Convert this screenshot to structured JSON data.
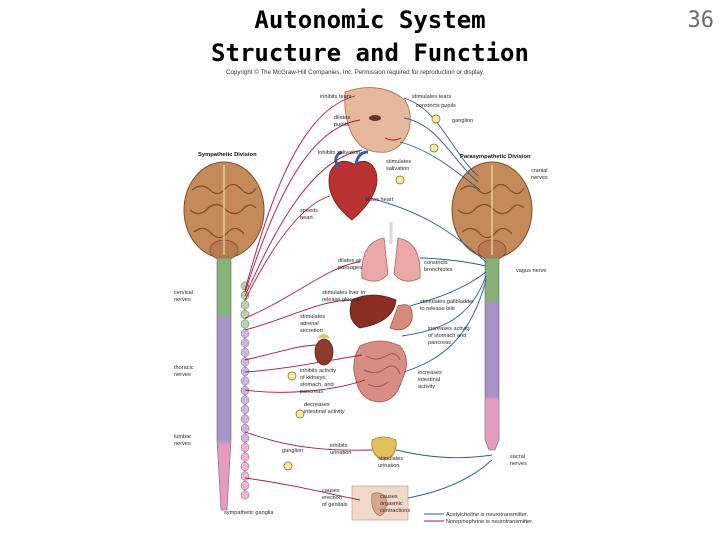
{
  "slide": {
    "title_line1": "Autonomic System",
    "title_line2": "Structure and Function",
    "number": "36",
    "copyright": "Copyright © The McGraw-Hill Companies, Inc. Permission required for reproduction or display."
  },
  "diagram": {
    "division_labels": {
      "sympathetic": "Sympathetic Division",
      "parasympathetic": "Parasympathetic Division"
    },
    "left_labels": {
      "cervical_1": "cervical",
      "cervical_2": "nerves",
      "thoracic_1": "thoracic",
      "thoracic_2": "nerves",
      "lumbar_1": "lumbar",
      "lumbar_2": "nerves",
      "sympathetic_ganglia": "sympathetic ganglia"
    },
    "right_labels": {
      "cranial_1": "cranial",
      "cranial_2": "nerves",
      "vagus": "vagus nerve",
      "sacral_1": "sacral",
      "sacral_2": "nerves"
    },
    "effects": {
      "inhibits_tears": "inhibits tears",
      "stimulates_tears": "stimulates tears",
      "dilates_pupils_1": "dilates",
      "dilates_pupils_2": "pupils",
      "constricts_pupils": "constricts pupils",
      "ganglion_top": "ganglion",
      "inhibits_salivation": "inhibits salivation",
      "stimulates_salivation_1": "stimulates",
      "stimulates_salivation_2": "salivation",
      "speeds_heart_1": "speeds",
      "speeds_heart_2": "heart",
      "slows_heart": "slows heart",
      "dilates_air_1": "dilates air",
      "dilates_air_2": "passages",
      "constricts_bronchioles_1": "constricts",
      "constricts_bronchioles_2": "bronchioles",
      "liver_glucose_1": "stimulates liver to",
      "liver_glucose_2": "release glucose",
      "gallbladder_1": "stimulates gallbladder",
      "gallbladder_2": "to release bile",
      "adrenal_1": "stimulates",
      "adrenal_2": "adrenal",
      "adrenal_3": "secretion",
      "stomach_1": "increases activity",
      "stomach_2": "of stomach and",
      "stomach_3": "pancreas",
      "inhibits_activity_1": "inhibits activity",
      "inhibits_activity_2": "of kidneys,",
      "inhibits_activity_3": "stomach, and",
      "inhibits_activity_4": "pancreas",
      "intestinal_increase_1": "increases",
      "intestinal_increase_2": "intestinal",
      "intestinal_increase_3": "activity",
      "intestinal_decrease_1": "decreases",
      "intestinal_decrease_2": "intestinal activity",
      "ganglion_bottom": "ganglion",
      "inhibits_urination_1": "inhibits",
      "inhibits_urination_2": "urination",
      "stimulates_urination_1": "stimulates",
      "stimulates_urination_2": "urination",
      "erection_1": "causes",
      "erection_2": "erection",
      "erection_3": "of genitals",
      "orgasmic_1": "causes",
      "orgasmic_2": "orgasmic",
      "orgasmic_3": "contractions"
    },
    "legend": {
      "acetylcholine": "Acetylcholine is neurotransmitter.",
      "norepinephrine": "Norepinephrine is neurotransmitter."
    },
    "colors": {
      "sympathetic_nerve": "#a3194a",
      "parasympathetic_nerve": "#2d5a8e",
      "brain": "#c48a5a",
      "cord_green": "#86b277",
      "cord_purple": "#a892c8",
      "cord_pink": "#e59ac0",
      "ganglion": "#f5ec9a"
    }
  }
}
